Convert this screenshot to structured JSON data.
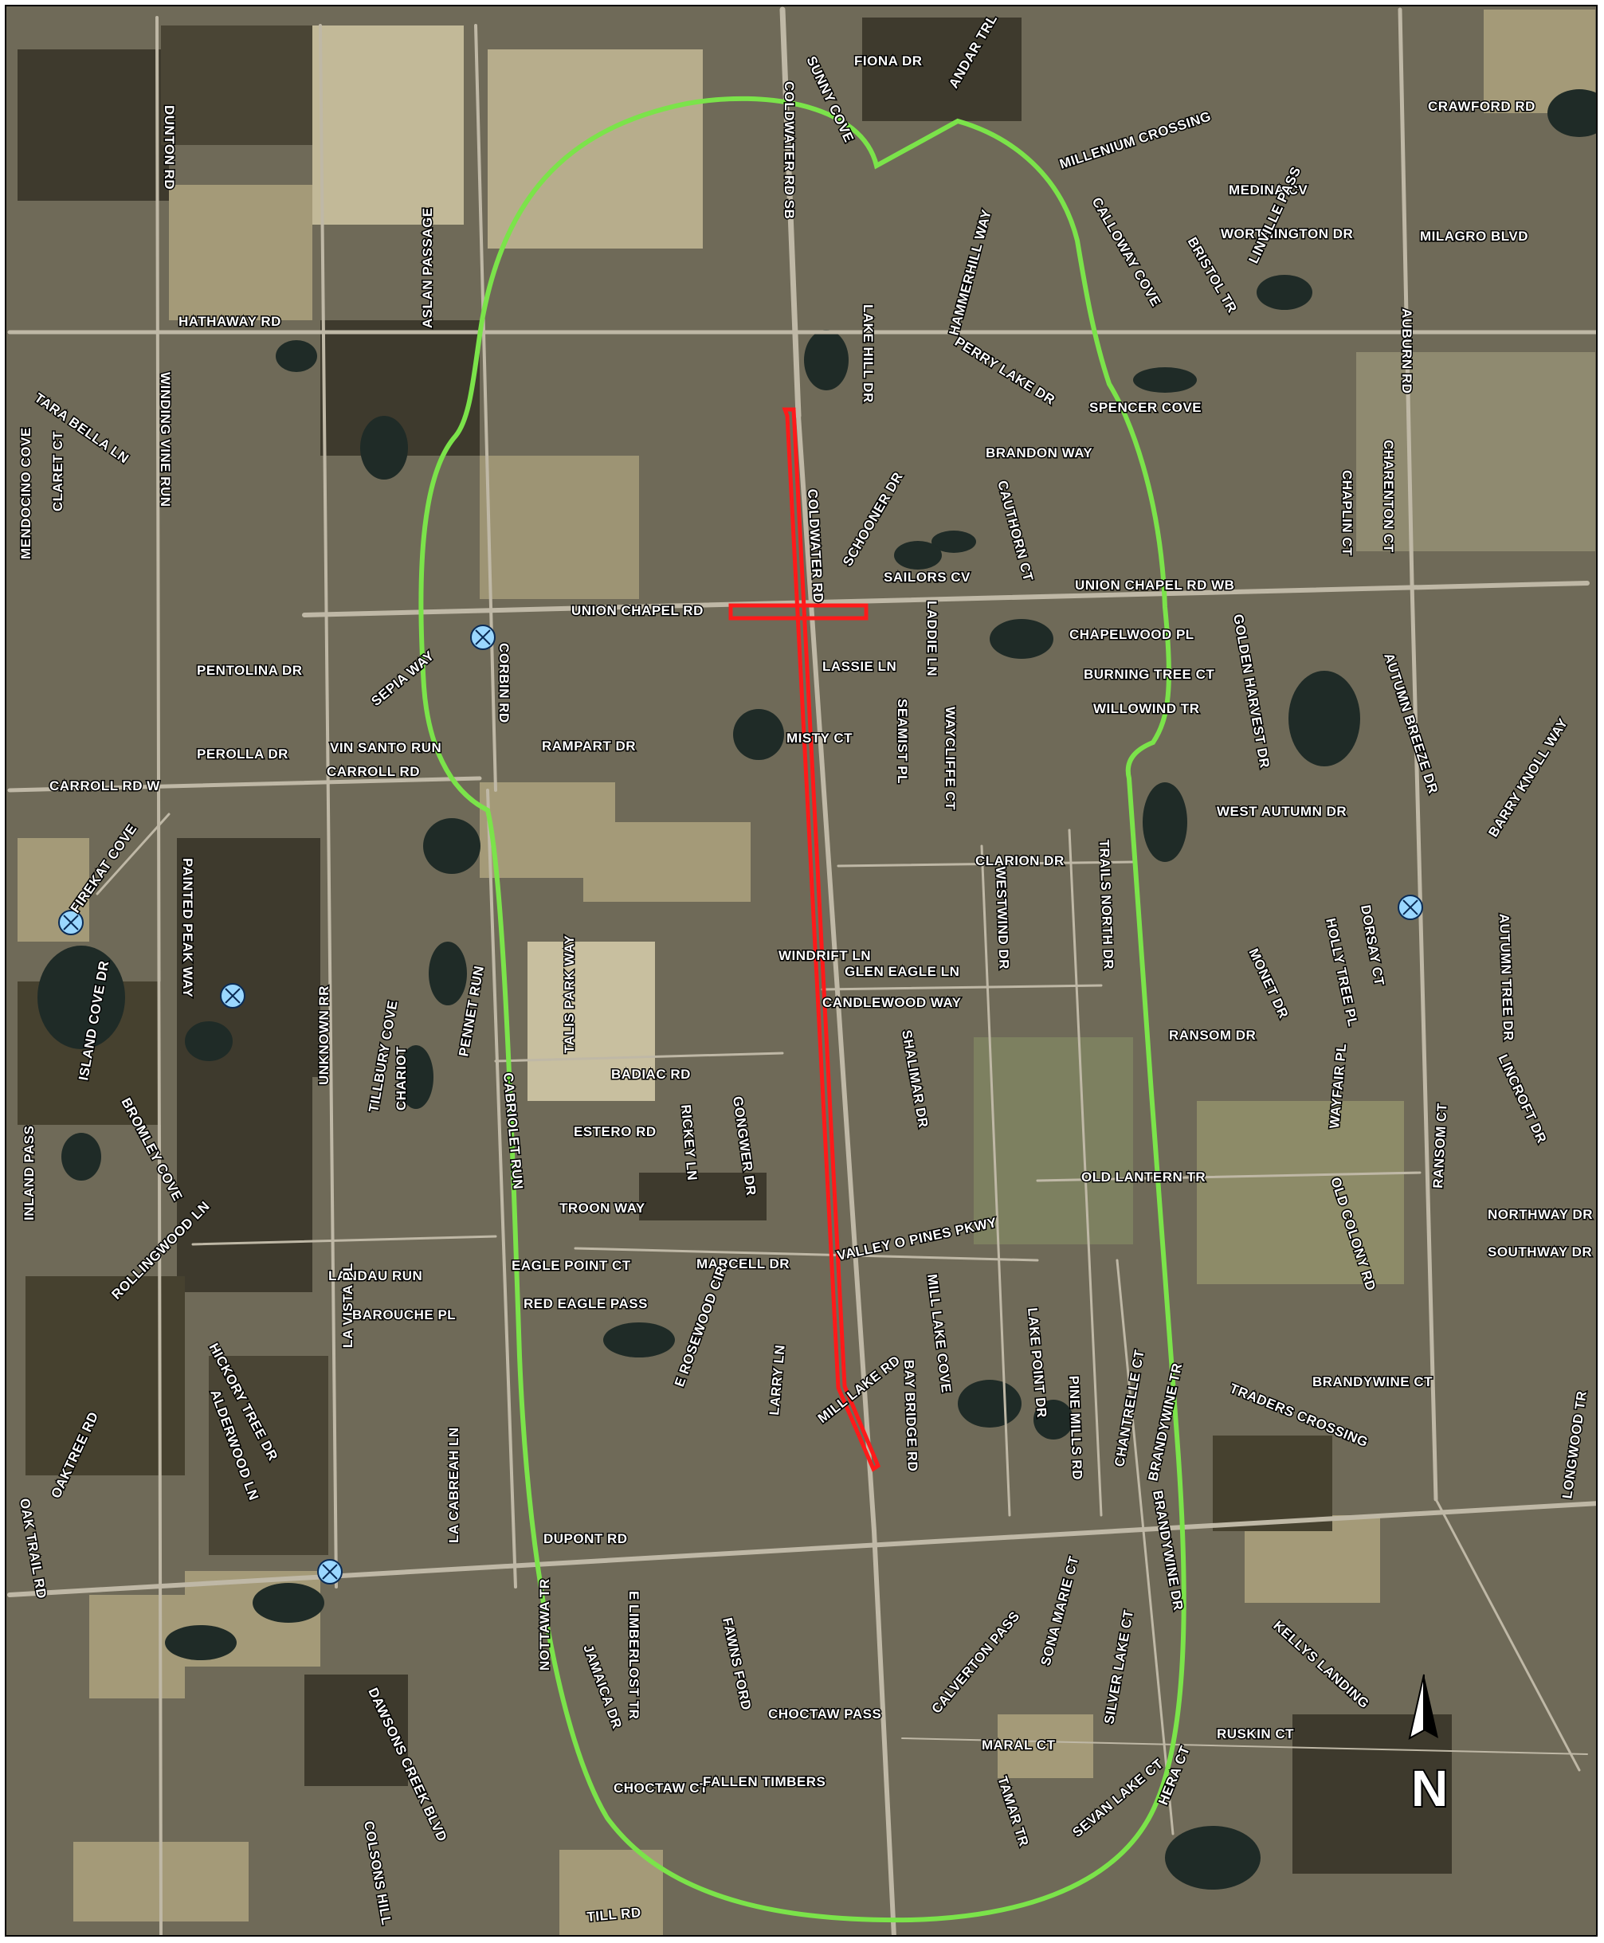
{
  "map": {
    "colors": {
      "base": "#6f6a58",
      "field": "#a49a78",
      "field_light": "#c2b998",
      "woods": "#3e3a2d",
      "water": "#1f2b27",
      "road": "#bfb8a6",
      "study_area": "#7be34a",
      "project": "#ff1a1a"
    },
    "study_area_label": "",
    "north_arrow": {
      "label": "N",
      "icon": "north-arrow-icon"
    },
    "labels": [
      "FIONA DR",
      "SUNNY COVE",
      "ANDAR TRL",
      "CRAWFORD RD",
      "COLDWATER RD SB",
      "MILLENIUM CROSSING",
      "DUNTON RD",
      "ASLAN PASSAGE",
      "MEDINA CV",
      "CALLOWAY COVE",
      "WORTHINGTON DR",
      "MILAGRO BLVD",
      "HAMMERHILL WAY",
      "BRISTOL TR",
      "LINVILLE PASS",
      "AUBURN RD",
      "HATHAWAY RD",
      "LAKE HILL DR",
      "PERRY LAKE DR",
      "SPENCER COVE",
      "TARA BELLA LN",
      "WINDING VINE RUN",
      "MENDOCINO COVE",
      "CLARET CT",
      "BRANDON WAY",
      "CHARENTON CT",
      "SCHOONER DR",
      "CAUTHORN CT",
      "CHAPLIN CT",
      "COLDWATER RD",
      "SAILORS CV",
      "UNION CHAPEL RD WB",
      "UNION CHAPEL RD",
      "LADDIE LN",
      "CHAPELWOOD PL",
      "GOLDEN HARVEST DR",
      "PENTOLINA DR",
      "SEPIA WAY",
      "CORBIN RD",
      "LASSIE LN",
      "BURNING TREE CT",
      "AUTUMN BREEZE DR",
      "SEAMIST PL",
      "WILLOWIND TR",
      "WAYCLIFFE CT",
      "PEROLLA DR",
      "VIN SANTO RUN",
      "RAMPART DR",
      "MISTY CT",
      "CARROLL RD W",
      "CARROLL RD",
      "WEST AUTUMN DR",
      "BARRY KNOLL WAY",
      "FIREKAT COVE",
      "PAINTED PEAK WAY",
      "CLARION DR",
      "TRAILS NORTH DR",
      "WESTWIND DR",
      "DORSAY CT",
      "HOLLY TREE PL",
      "MONET DR",
      "AUTUMN TREE DR",
      "ISLAND COVE DR",
      "TALIS PARK WAY",
      "PENNET RUN",
      "WINDRIFT LN",
      "GLEN EAGLE LN",
      "CANDLEWOOD WAY",
      "UNKNOWN RR",
      "TILLBURY COVE",
      "BADIAC RD",
      "SHALIMAR DR",
      "RANSOM DR",
      "WAYFAIR PL",
      "LINCROFT DR",
      "CHARIOT",
      "RICKEY LN",
      "GONGWER DR",
      "ESTERO RD",
      "CABRIOLET RUN",
      "INLAND PASS",
      "BROMLEY COVE",
      "OLD LANTERN TR",
      "RANSOM CT",
      "NORTHWAY DR",
      "TROON WAY",
      "SOUTHWAY DR",
      "OLD COLONY RD",
      "ROLLINGWOOD LN",
      "MARCELL DR",
      "VALLEY O PINES PKWY",
      "LANDAU RUN",
      "EAGLE POINT CT",
      "LA VISTA PL",
      "RED EAGLE PASS",
      "BAROUCHE PL",
      "HICKORY TREE DR",
      "MILL LAKE COVE",
      "LARRY LN",
      "E ROSEWOOD CIR",
      "LAKE POINT DR",
      "PINE MILLS RD",
      "BRANDYWINE CT",
      "LONGWOOD TR",
      "CHANTRELLE CT",
      "BRANDYWINE TR",
      "TRADERS CROSSING",
      "ALDERWOOD LN",
      "OAKTREE RD",
      "MILL LAKE RD",
      "BAY BRIDGE RD",
      "LA CABREAH LN",
      "OAK TRAIL RD",
      "DUPONT RD",
      "NOTTAWA TR",
      "E LIMBERLOST TR",
      "JAMAICA DR",
      "FAWNS FORD",
      "CALVERTON PASS",
      "SONA MARIE CT",
      "BRANDYWINE DR",
      "KELLYS LANDING",
      "SILVER LAKE CT",
      "CHOCTAW PASS",
      "MARAL CT",
      "RUSKIN CT",
      "DAWSONS CREEK BLVD",
      "CHOCTAW CT",
      "FALLEN TIMBERS",
      "TAMAR TR",
      "SEVAN LAKE CT",
      "HERA CT",
      "COLSONS HILL",
      "TILL RD"
    ]
  }
}
